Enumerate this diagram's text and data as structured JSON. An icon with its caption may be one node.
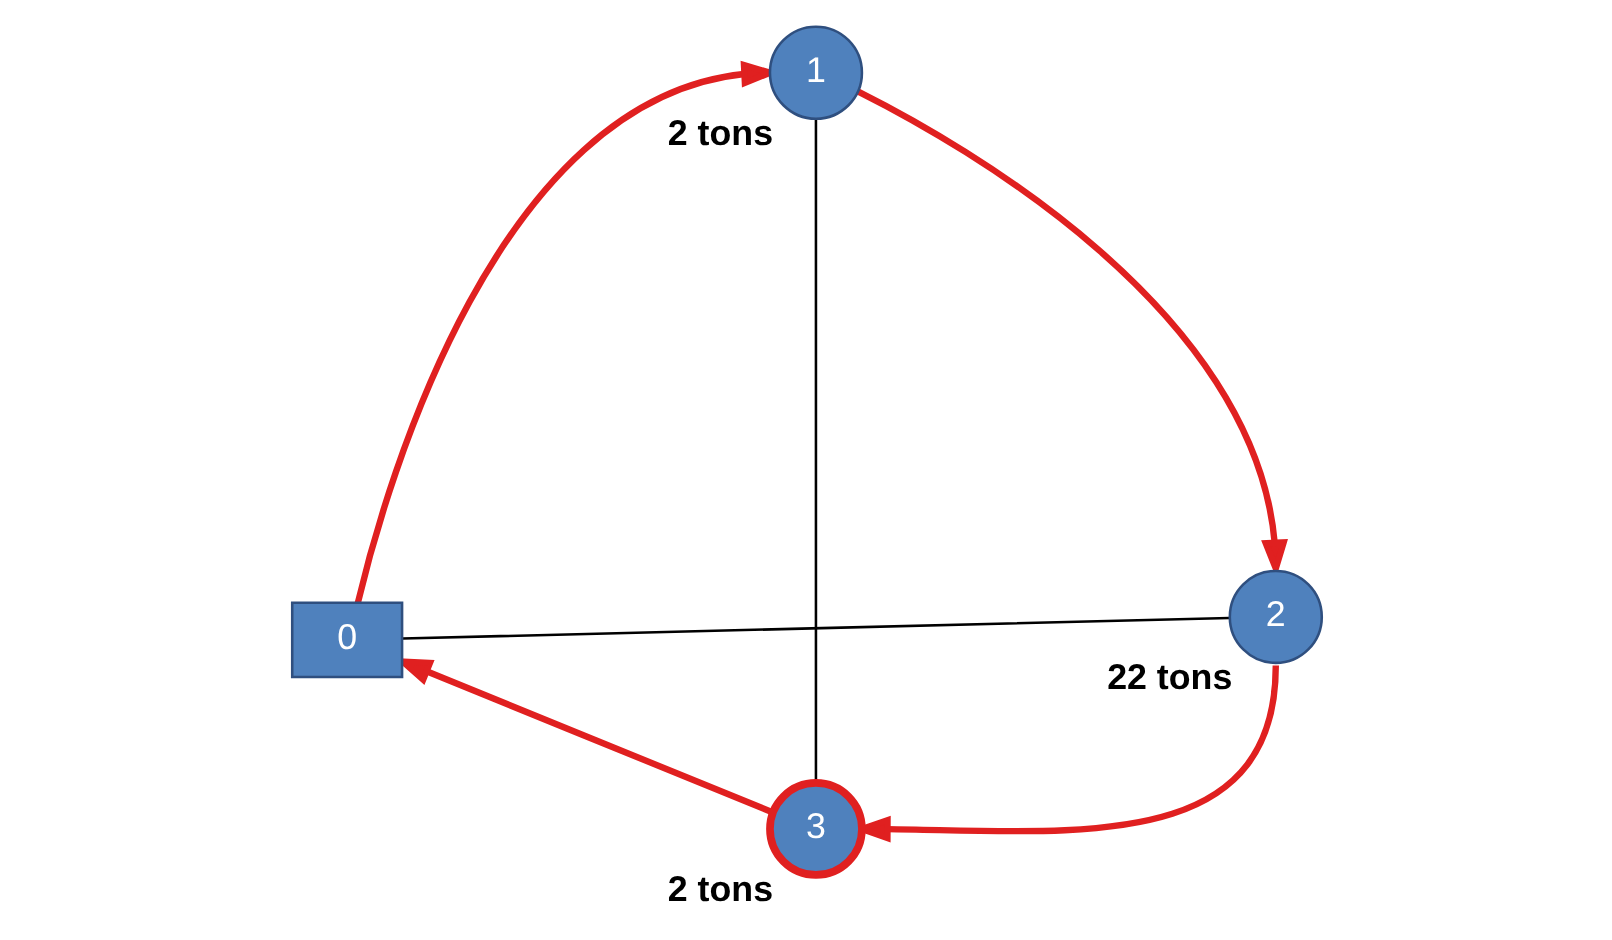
{
  "diagram": {
    "nodes": [
      {
        "text": [
          "0"
        ]
      },
      {
        "text": [
          "1"
        ],
        "beside": [
          "2 tons"
        ]
      },
      {
        "text": [
          "2"
        ],
        "beside": [
          "22 tons"
        ]
      },
      {
        "text": [
          "3"
        ],
        "beside": [
          "2 tons"
        ]
      }
    ],
    "edges": [
      {
        "from": 0,
        "to": 1,
        "arrow": "to"
      },
      {
        "from": 1,
        "to": 2,
        "arrow": "to"
      },
      {
        "from": 2,
        "to": 3,
        "arrow": "to"
      },
      {
        "from": 3,
        "to": 0,
        "arrow": "to"
      },
      {
        "from": 1,
        "to": 3,
        "arrow": "none",
        "color": "#000000"
      },
      {
        "from": 0,
        "to": 2,
        "arrow": "none",
        "color": "#000000"
      }
    ]
  }
}
